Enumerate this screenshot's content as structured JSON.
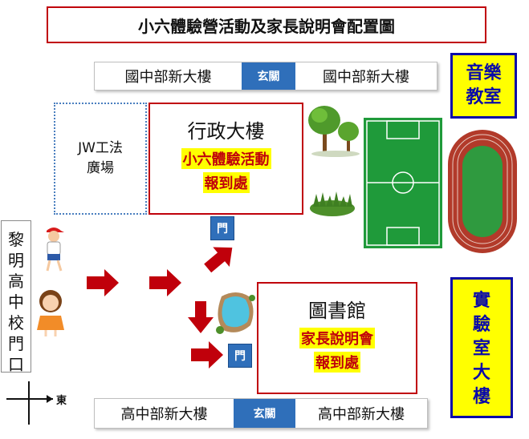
{
  "title": "小六體驗營活動及家長說明會配置圖",
  "top_building": {
    "left_label": "國中部新大樓",
    "entrance": "玄關",
    "right_label": "國中部新大樓"
  },
  "bottom_building": {
    "left_label": "高中部新大樓",
    "entrance": "玄關",
    "right_label": "高中部新大樓"
  },
  "music_room": [
    "音樂",
    "教室"
  ],
  "lab_building": [
    "實",
    "驗",
    "室",
    "大",
    "樓"
  ],
  "plaza": [
    "JW工法",
    "廣場"
  ],
  "admin_building": {
    "name": "行政大樓",
    "event": "小六體驗活動",
    "checkin": "報到處"
  },
  "library": {
    "name": "圖書館",
    "event": "家長說明會",
    "checkin": "報到處"
  },
  "door_label": "門",
  "gate": [
    "黎",
    "明",
    "高",
    "中",
    "校",
    "門",
    "口"
  ],
  "compass": {
    "east": "東"
  },
  "colors": {
    "title_border": "#c0000b",
    "entrance_blue": "#2f6fba",
    "highlight": "#ffff00",
    "red_text": "#c0000b",
    "arrow_red": "#c0000b",
    "navy": "#0a0aa8",
    "field_green": "#1f9a3a",
    "track_red": "#b23a2a"
  }
}
